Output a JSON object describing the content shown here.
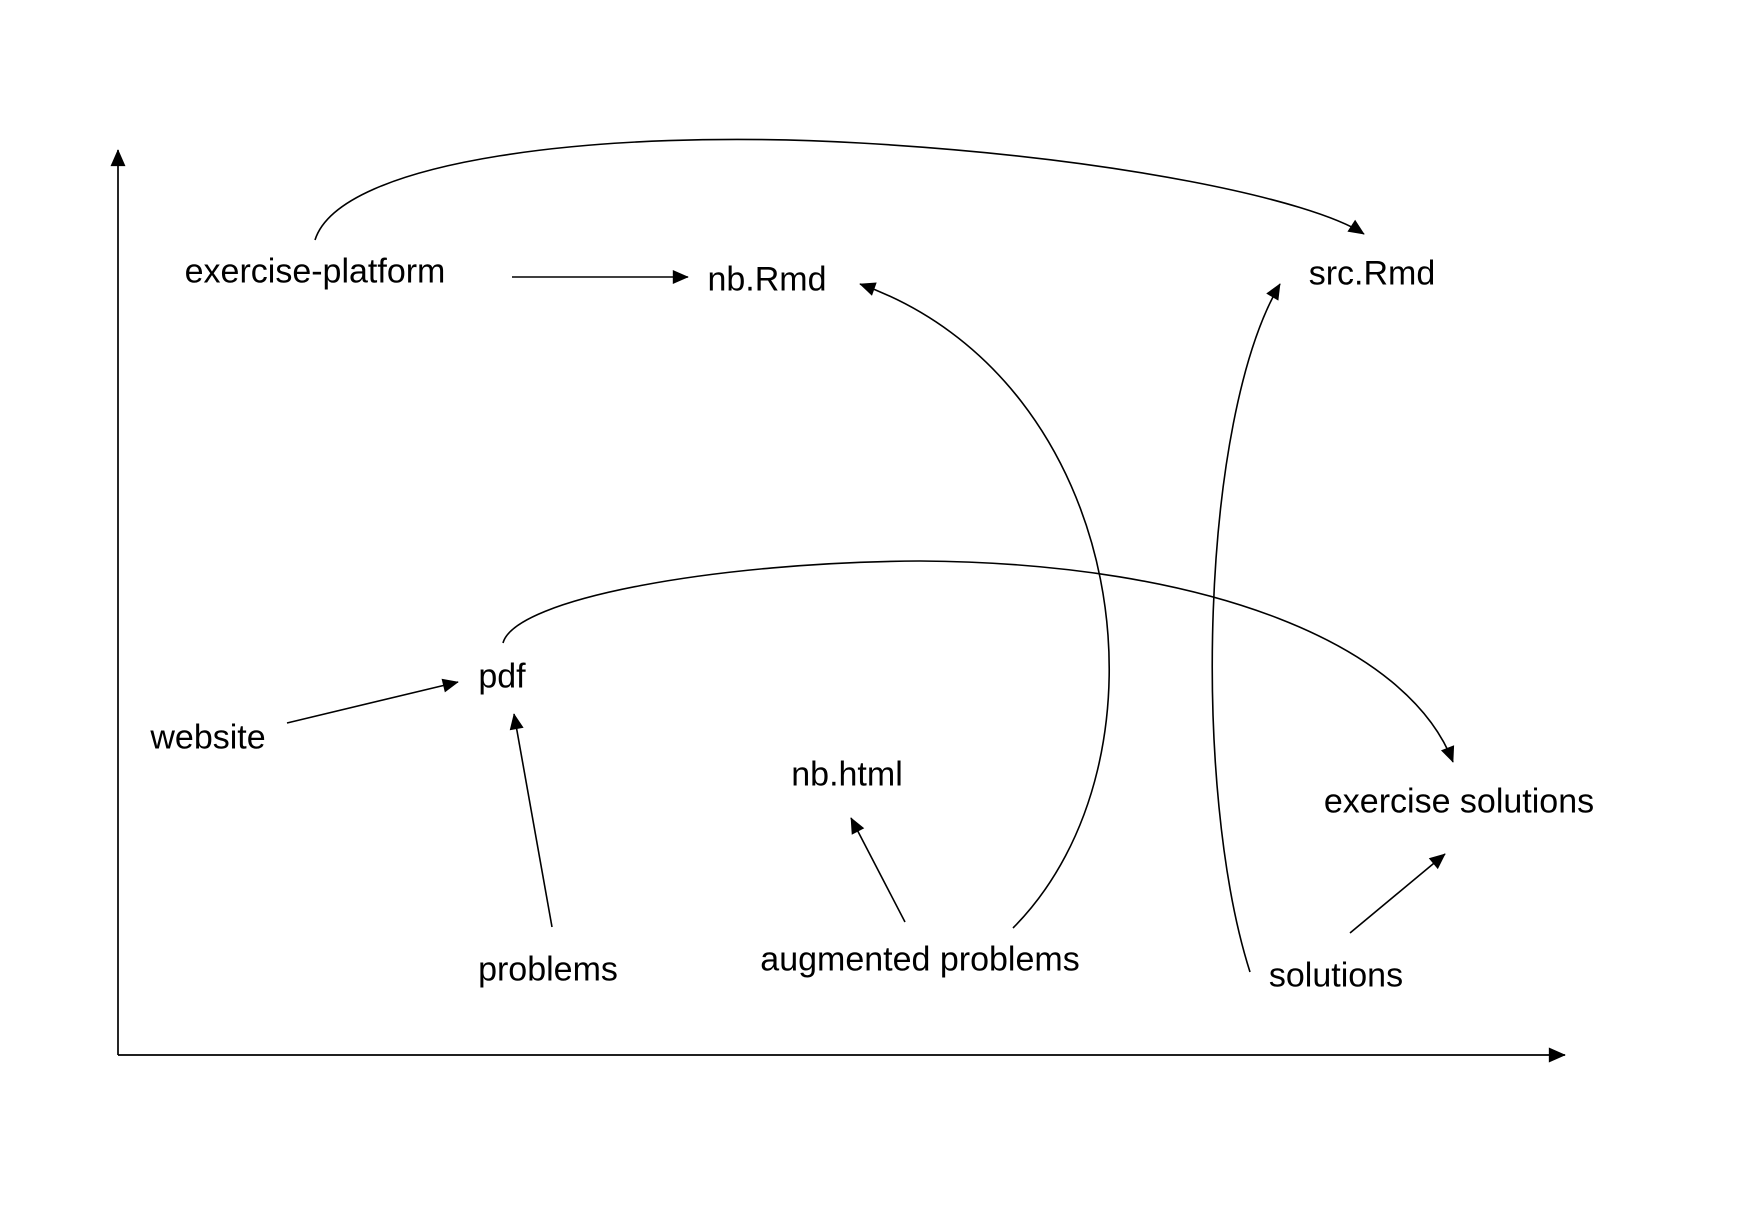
{
  "diagram": {
    "background_color": "#ffffff",
    "line_color": "#000000",
    "text_color": "#000000",
    "nodes": {
      "exercise_platform": {
        "label": "exercise-platform"
      },
      "nb_rmd": {
        "label": "nb.Rmd"
      },
      "src_rmd": {
        "label": "src.Rmd"
      },
      "pdf": {
        "label": "pdf"
      },
      "website": {
        "label": "website"
      },
      "nb_html": {
        "label": "nb.html"
      },
      "exercise_solutions": {
        "label": "exercise solutions"
      },
      "problems": {
        "label": "problems"
      },
      "augmented_problems": {
        "label": "augmented problems"
      },
      "solutions": {
        "label": "solutions"
      }
    },
    "edges": [
      {
        "from": "exercise-platform",
        "to": "src.Rmd",
        "style": "curved-over-top"
      },
      {
        "from": "exercise-platform",
        "to": "nb.Rmd",
        "style": "straight"
      },
      {
        "from": "augmented problems",
        "to": "nb.Rmd",
        "style": "curved"
      },
      {
        "from": "solutions",
        "to": "src.Rmd",
        "style": "curved"
      },
      {
        "from": "pdf",
        "to": "exercise solutions",
        "style": "curved"
      },
      {
        "from": "website",
        "to": "pdf",
        "style": "straight"
      },
      {
        "from": "problems",
        "to": "pdf",
        "style": "straight"
      },
      {
        "from": "augmented problems",
        "to": "nb.html",
        "style": "straight"
      },
      {
        "from": "solutions",
        "to": "exercise solutions",
        "style": "straight"
      }
    ]
  }
}
